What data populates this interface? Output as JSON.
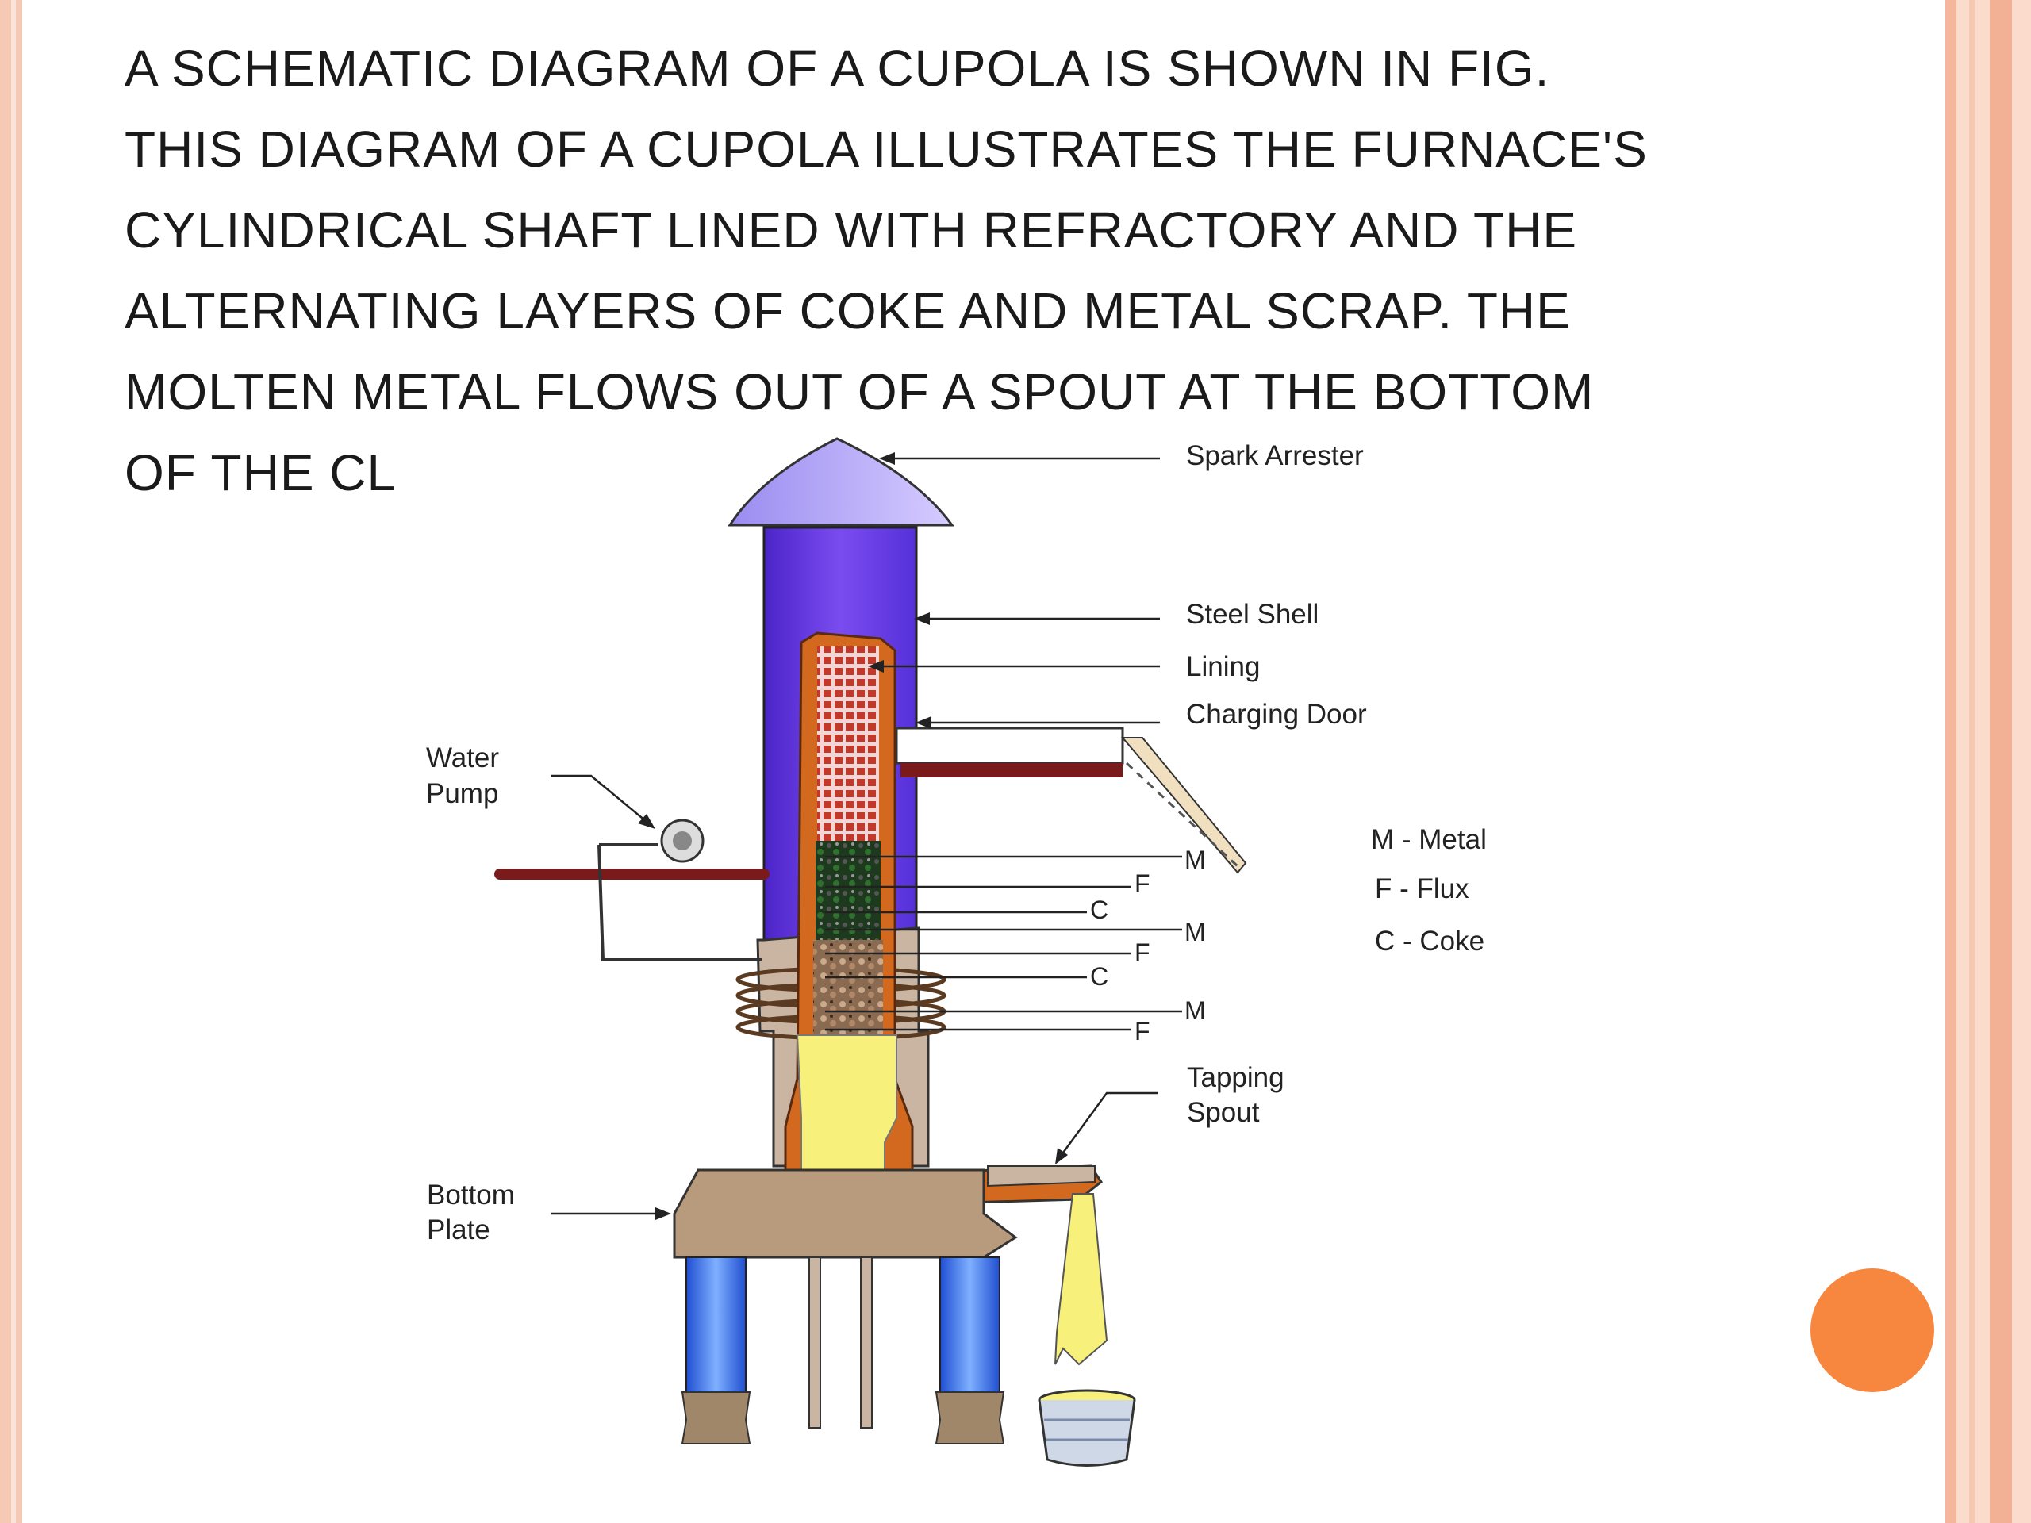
{
  "slide": {
    "body_lines": [
      "A SCHEMATIC DIAGRAM OF A CUPOLA IS SHOWN IN FIG.",
      "THIS DIAGRAM OF A CUPOLA ILLUSTRATES THE FURNACE'S",
      "CYLINDRICAL SHAFT LINED WITH REFRACTORY AND THE",
      "ALTERNATING LAYERS OF COKE AND METAL SCRAP. THE",
      "MOLTEN METAL FLOWS OUT OF A SPOUT AT THE BOTTOM",
      "OF THE CL"
    ]
  },
  "diagram": {
    "labels": {
      "spark_arrester": "Spark Arrester",
      "steel_shell": "Steel Shell",
      "lining": "Lining",
      "charging_door": "Charging Door",
      "water_pump_1": "Water",
      "water_pump_2": "Pump",
      "tapping_spout_1": "Tapping",
      "tapping_spout_2": "Spout",
      "bottom_plate_1": "Bottom",
      "bottom_plate_2": "Plate"
    },
    "layer_labels": [
      "M",
      "F",
      "C",
      "M",
      "F",
      "C",
      "M",
      "F"
    ],
    "legend": [
      "M - Metal",
      "F - Flux",
      "C - Coke"
    ]
  },
  "colors": {
    "shell": "#6a3de8",
    "lining": "#d2691e",
    "molten": "#f7f07a",
    "accent_dot": "#f7873f",
    "border": "#f6c9b4"
  }
}
